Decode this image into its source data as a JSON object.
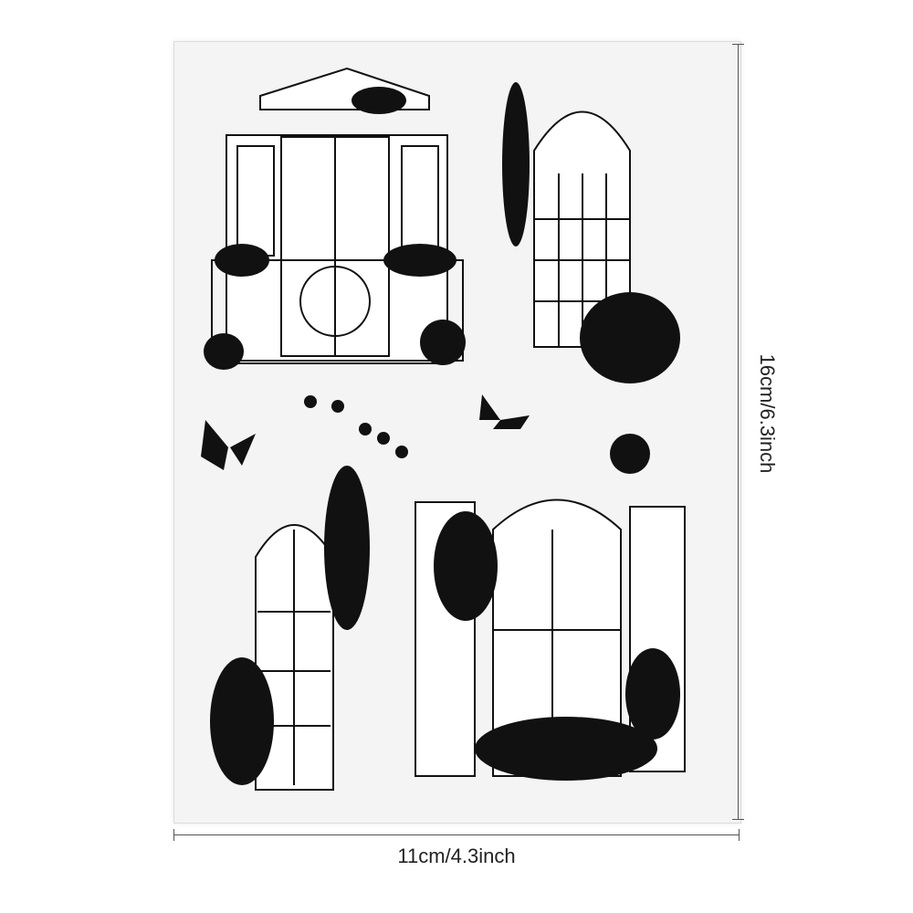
{
  "product": {
    "stamps": [
      "balcony-window",
      "gothic-arch-window",
      "ivy-sprig",
      "butterfly-left",
      "butterfly-right",
      "rose",
      "arched-window-with-flowers",
      "shuttered-window-with-roses"
    ]
  },
  "dimensions": {
    "width_label": "11cm/4.3inch",
    "height_label": "16cm/6.3inch"
  },
  "colors": {
    "ink": "#111111",
    "sheet": "#f4f4f4"
  }
}
